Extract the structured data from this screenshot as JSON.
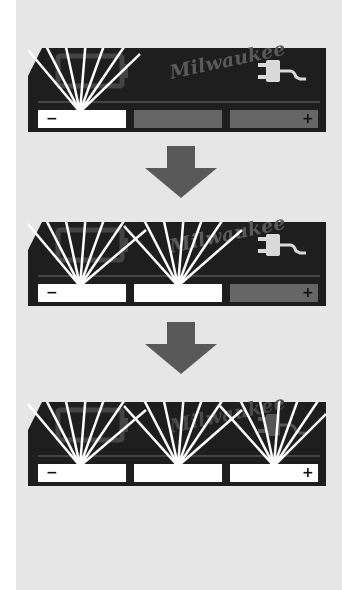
{
  "figure": {
    "brand_text": "Milwaukee",
    "minus_sign": "−",
    "plus_sign": "+",
    "colors": {
      "device_body": "#1e1e1e",
      "led_on": "#ffffff",
      "led_off": "#666666",
      "arrow": "#595959",
      "background": "#e6e6e6"
    },
    "icons": [
      "battery-outline-icon",
      "plug-icon",
      "down-arrow-icon",
      "light-rays-icon"
    ],
    "states": [
      {
        "name": "stage-1",
        "leds_on": 1,
        "leds_total": 3
      },
      {
        "name": "stage-2",
        "leds_on": 2,
        "leds_total": 3
      },
      {
        "name": "stage-3",
        "leds_on": 3,
        "leds_total": 3
      }
    ]
  }
}
